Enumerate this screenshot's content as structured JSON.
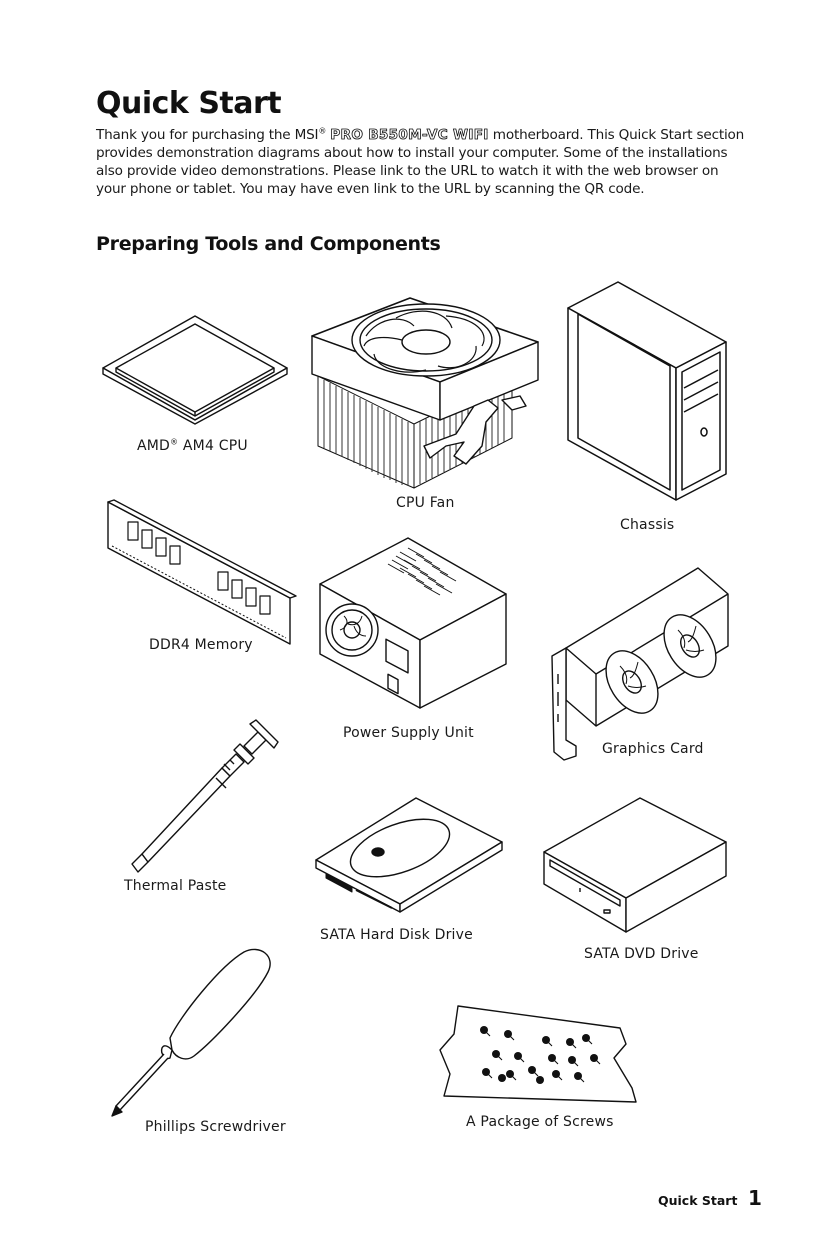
{
  "page": {
    "title": "Quick Start",
    "intro": {
      "before_brand": "Thank you for purchasing the MSI",
      "brand_mark": "®",
      "model": "PRO B550M-VC WIFI",
      "after_model": " motherboard. This Quick Start section provides demonstration diagrams about how to install your computer. Some of the installations also provide video demonstrations. Please link to the URL to watch it with the web browser on your phone or tablet. You may have even link to the URL by scanning the QR code."
    },
    "section_title": "Preparing Tools and Components"
  },
  "components": {
    "cpu": {
      "label": "AMD",
      "mark": "®",
      "suffix": " AM4 CPU",
      "icon": "cpu-icon"
    },
    "cpu_fan": {
      "label": "CPU Fan",
      "icon": "cpu-fan-icon"
    },
    "chassis": {
      "label": "Chassis",
      "icon": "chassis-icon"
    },
    "memory": {
      "label": "DDR4 Memory",
      "icon": "memory-module-icon"
    },
    "psu": {
      "label": "Power Supply Unit",
      "icon": "power-supply-icon"
    },
    "gpu": {
      "label": "Graphics Card",
      "icon": "graphics-card-icon"
    },
    "thermal_paste": {
      "label": "Thermal Paste",
      "icon": "thermal-paste-syringe-icon"
    },
    "hdd": {
      "label": "SATA Hard Disk Drive",
      "icon": "hard-disk-drive-icon"
    },
    "dvd": {
      "label": "SATA DVD Drive",
      "icon": "dvd-drive-icon"
    },
    "screwdriver": {
      "label": "Phillips Screwdriver",
      "icon": "screwdriver-icon"
    },
    "screws": {
      "label": "A Package of Screws",
      "icon": "screw-package-icon"
    }
  },
  "footer": {
    "label": "Quick Start",
    "page_number": "1"
  }
}
